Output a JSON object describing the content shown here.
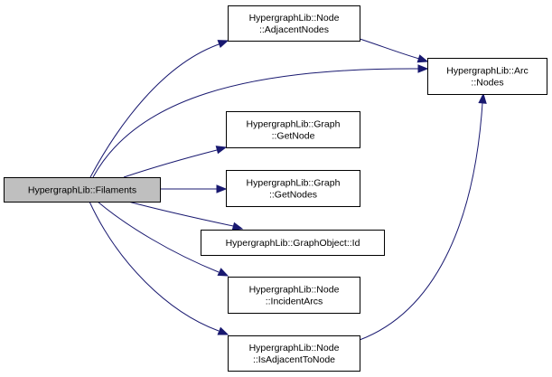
{
  "diagram": {
    "type": "call-graph",
    "colors": {
      "edge": "#191970",
      "root_fill": "#bfbfbf",
      "node_fill": "#ffffff",
      "border": "#000000"
    },
    "nodes": [
      {
        "id": "filaments",
        "lines": [
          "HypergraphLib::Filaments"
        ],
        "root": true
      },
      {
        "id": "adjacent-nodes",
        "lines": [
          "HypergraphLib::Node",
          "::AdjacentNodes"
        ]
      },
      {
        "id": "arc-nodes",
        "lines": [
          "HypergraphLib::Arc",
          "::Nodes"
        ]
      },
      {
        "id": "graph-getnode",
        "lines": [
          "HypergraphLib::Graph",
          "::GetNode"
        ]
      },
      {
        "id": "graph-getnodes",
        "lines": [
          "HypergraphLib::Graph",
          "::GetNodes"
        ]
      },
      {
        "id": "graphobject-id",
        "lines": [
          "HypergraphLib::GraphObject::Id"
        ]
      },
      {
        "id": "incident-arcs",
        "lines": [
          "HypergraphLib::Node",
          "::IncidentArcs"
        ]
      },
      {
        "id": "is-adjacent-to-node",
        "lines": [
          "HypergraphLib::Node",
          "::IsAdjacentToNode"
        ]
      }
    ],
    "edges": [
      {
        "from": "filaments",
        "to": "adjacent-nodes"
      },
      {
        "from": "filaments",
        "to": "arc-nodes"
      },
      {
        "from": "filaments",
        "to": "graph-getnode"
      },
      {
        "from": "filaments",
        "to": "graph-getnodes"
      },
      {
        "from": "filaments",
        "to": "graphobject-id"
      },
      {
        "from": "filaments",
        "to": "incident-arcs"
      },
      {
        "from": "filaments",
        "to": "is-adjacent-to-node"
      },
      {
        "from": "adjacent-nodes",
        "to": "arc-nodes"
      },
      {
        "from": "is-adjacent-to-node",
        "to": "arc-nodes"
      }
    ]
  }
}
